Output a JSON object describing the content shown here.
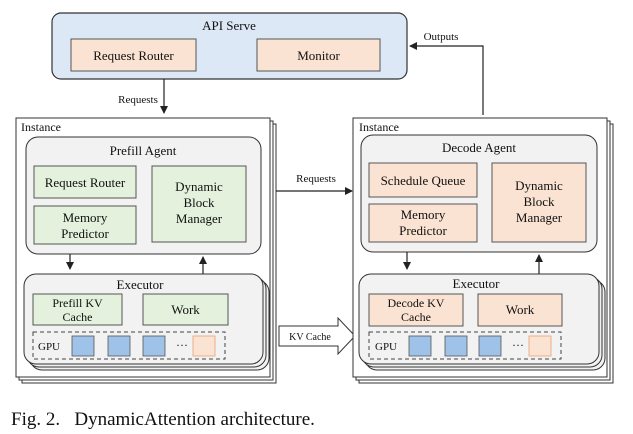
{
  "api": {
    "title": "API Serve",
    "request_router": "Request Router",
    "monitor": "Monitor"
  },
  "edges": {
    "outputs": "Outputs",
    "requests_down": "Requests",
    "requests_mid": "Requests",
    "kv_cache": "KV Cache"
  },
  "left_instance": {
    "label": "Instance",
    "agent": {
      "title": "Prefill Agent",
      "request_router": "Request Router",
      "memory_predictor": [
        "Memory",
        "Predictor"
      ],
      "dynamic_block_manager": [
        "Dynamic",
        "Block",
        "Manager"
      ]
    },
    "executor": {
      "title": "Executor",
      "kv_cache": [
        "Prefill KV",
        "Cache"
      ],
      "work": "Work",
      "gpu_label": "GPU",
      "ellipsis": "···"
    }
  },
  "right_instance": {
    "label": "Instance",
    "agent": {
      "title": "Decode Agent",
      "schedule_queue": "Schedule Queue",
      "memory_predictor": [
        "Memory",
        "Predictor"
      ],
      "dynamic_block_manager": [
        "Dynamic",
        "Block",
        "Manager"
      ]
    },
    "executor": {
      "title": "Executor",
      "kv_cache": [
        "Decode KV",
        "Cache"
      ],
      "work": "Work",
      "gpu_label": "GPU",
      "ellipsis": "···"
    }
  },
  "caption": "Fig. 2.   DynamicAttention architecture.",
  "colors": {
    "api_fill": "#dce8f5",
    "orange_fill": "#fbe3d3",
    "green_fill": "#e3f1dd",
    "blue_fill": "#9fc3e8",
    "panel_fill": "#f2f2f2",
    "stroke": "#333333"
  }
}
